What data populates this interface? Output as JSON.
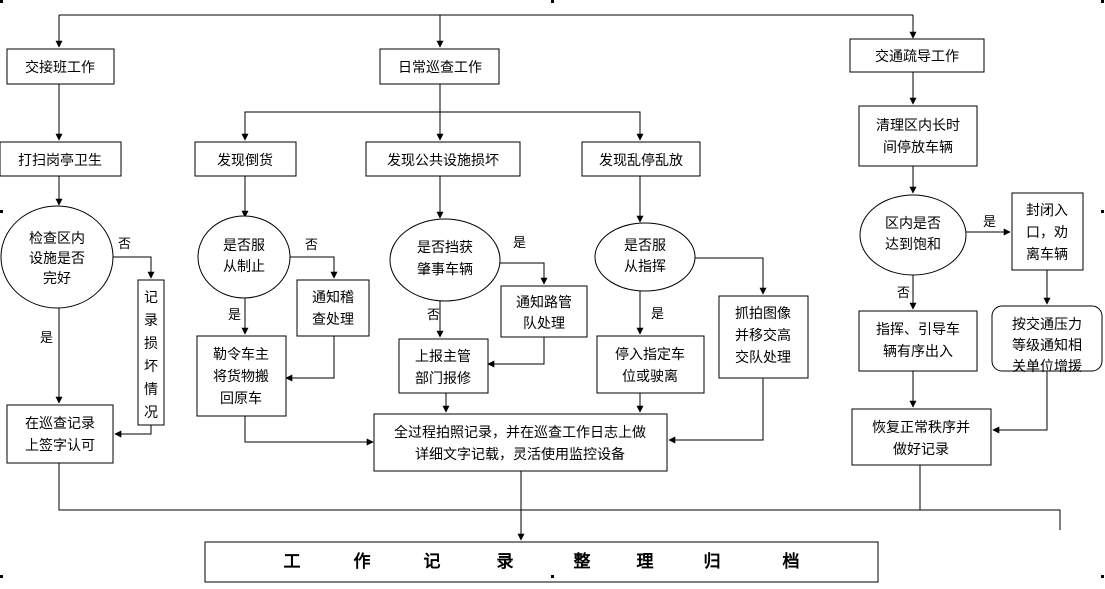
{
  "diagram": {
    "top_row": {
      "handover": "交接班工作",
      "patrol": "日常巡查工作",
      "traffic": "交通疏导工作"
    },
    "left_col": {
      "clean": "打扫岗亭卫生",
      "check": [
        "检查区内",
        "设施是否",
        "完好"
      ],
      "record_damage": [
        "记",
        "录",
        "损",
        "坏",
        "情",
        "况"
      ],
      "sign": [
        "在巡查记录",
        "上签字认可"
      ]
    },
    "goods": {
      "found": "发现倒货",
      "obey": [
        "是否服",
        "从制止"
      ],
      "notify": [
        "通知稽",
        "查处理"
      ],
      "order": [
        "勒令车主",
        "将货物搬",
        "回原车"
      ]
    },
    "facility": {
      "found": "发现公共设施损坏",
      "caught": [
        "是否挡获",
        "肇事车辆"
      ],
      "notify": [
        "通知路管",
        "队处理"
      ],
      "report": [
        "上报主管",
        "部门报修"
      ]
    },
    "parking": {
      "found": "发现乱停乱放",
      "obey": [
        "是否服",
        "从指挥"
      ],
      "park": [
        "停入指定车",
        "位或驶离"
      ],
      "photo": [
        "抓拍图像",
        "并移交高",
        "交队处理"
      ]
    },
    "traffic_col": {
      "clear": [
        "清理区内长时",
        "间停放车辆"
      ],
      "saturated": [
        "区内是否",
        "达到饱和"
      ],
      "close": [
        "封闭入",
        "口，劝",
        "离车辆"
      ],
      "notify": [
        "按交通压力",
        "等级通知相",
        "关单位增援"
      ],
      "guide": [
        "指挥、引导车",
        "辆有序出入"
      ],
      "restore": [
        "恢复正常秩序并",
        "做好记录"
      ]
    },
    "photo_record": [
      "全过程拍照记录，并在巡查工作日志上做",
      "详细文字记载，灵活使用监控设备"
    ],
    "archive": [
      "工",
      "作",
      "记",
      "录",
      "整",
      "理",
      "归",
      "档"
    ],
    "labels": {
      "yes": "是",
      "no": "否"
    }
  }
}
